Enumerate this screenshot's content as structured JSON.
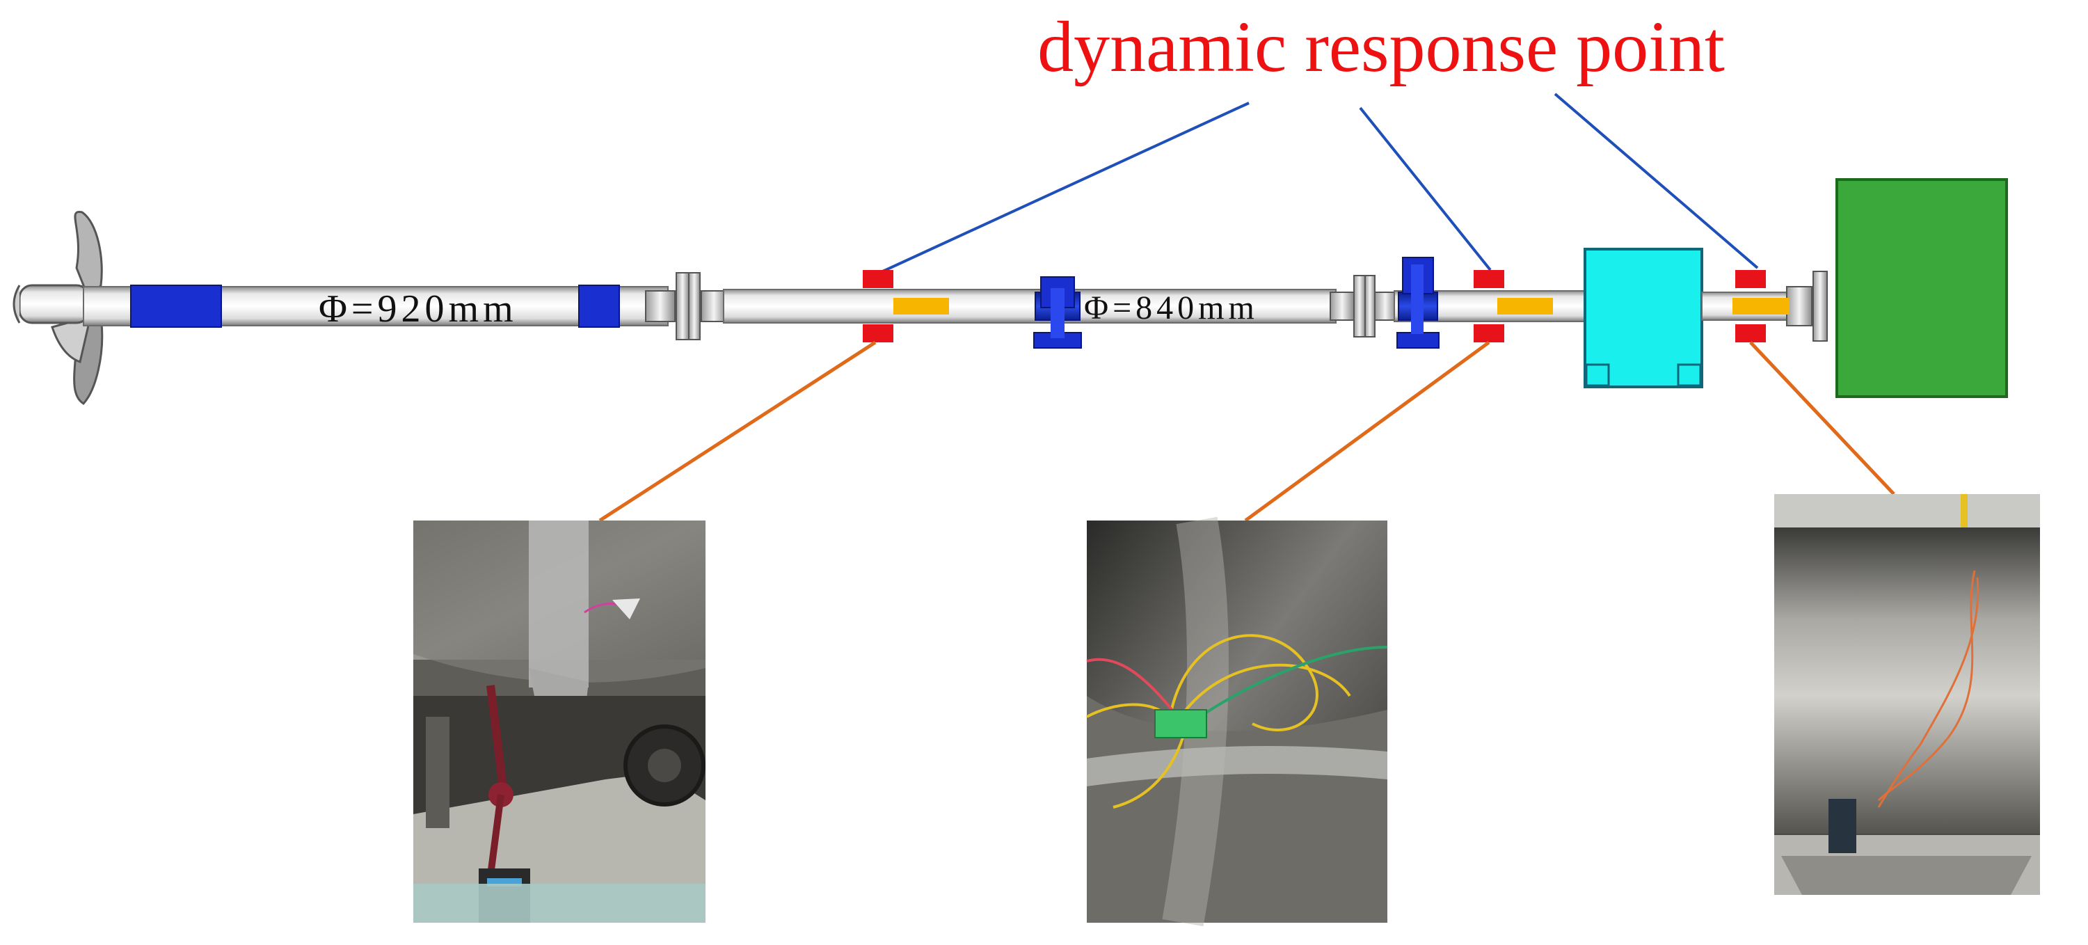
{
  "diagram": {
    "title": "dynamic response point",
    "shaft_labels": {
      "section_1": "Φ=920mm",
      "section_2": "Φ=840mm"
    }
  },
  "colors": {
    "title": "#ee1111",
    "callout_line_top": "#1f4fb8",
    "callout_line_bottom": "#e06a1a",
    "sensor": "#e8121a",
    "strain_gauge": "#f7b500",
    "bearing": "#1a3ad6",
    "gearbox": "#19f0ee",
    "motor": "#3aa83a",
    "shaft_light": "#f6f6f6",
    "shaft_dark": "#8a8a8a"
  },
  "icons": [
    "propeller-icon",
    "coupling-flange-icon",
    "bearing-icon",
    "gearbox-icon",
    "motor-icon",
    "sensor-clamp-icon",
    "strain-gauge-icon"
  ],
  "photos": [
    {
      "name": "photo-sensor-left",
      "subject": "magnetic-base-dial-indicator"
    },
    {
      "name": "photo-sensor-middle",
      "subject": "wiring-terminal-block"
    },
    {
      "name": "photo-sensor-right",
      "subject": "strain-gauge-wires"
    }
  ]
}
